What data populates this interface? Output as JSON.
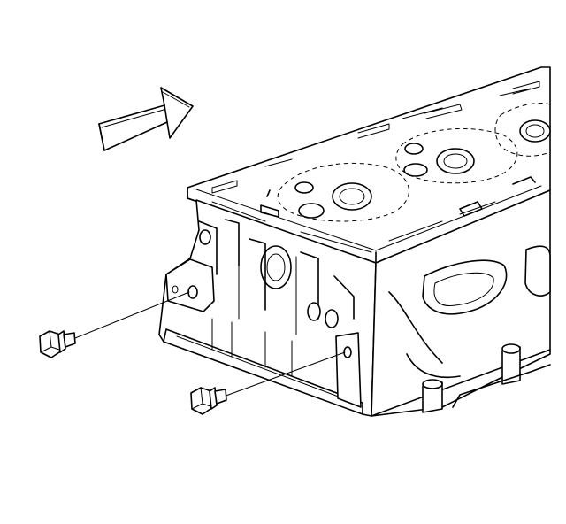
{
  "diagram": {
    "components": [
      {
        "id": "cylinder-head",
        "icon": "cylinder-head-drawing"
      },
      {
        "id": "direction-arrow",
        "icon": "arrow-right-icon"
      },
      {
        "id": "upper-plug",
        "icon": "plug-bolt-icon"
      },
      {
        "id": "lower-plug",
        "icon": "plug-bolt-icon"
      }
    ],
    "colors": {
      "line": "#000000",
      "fill": "#ffffff",
      "background": "#ffffff"
    }
  }
}
